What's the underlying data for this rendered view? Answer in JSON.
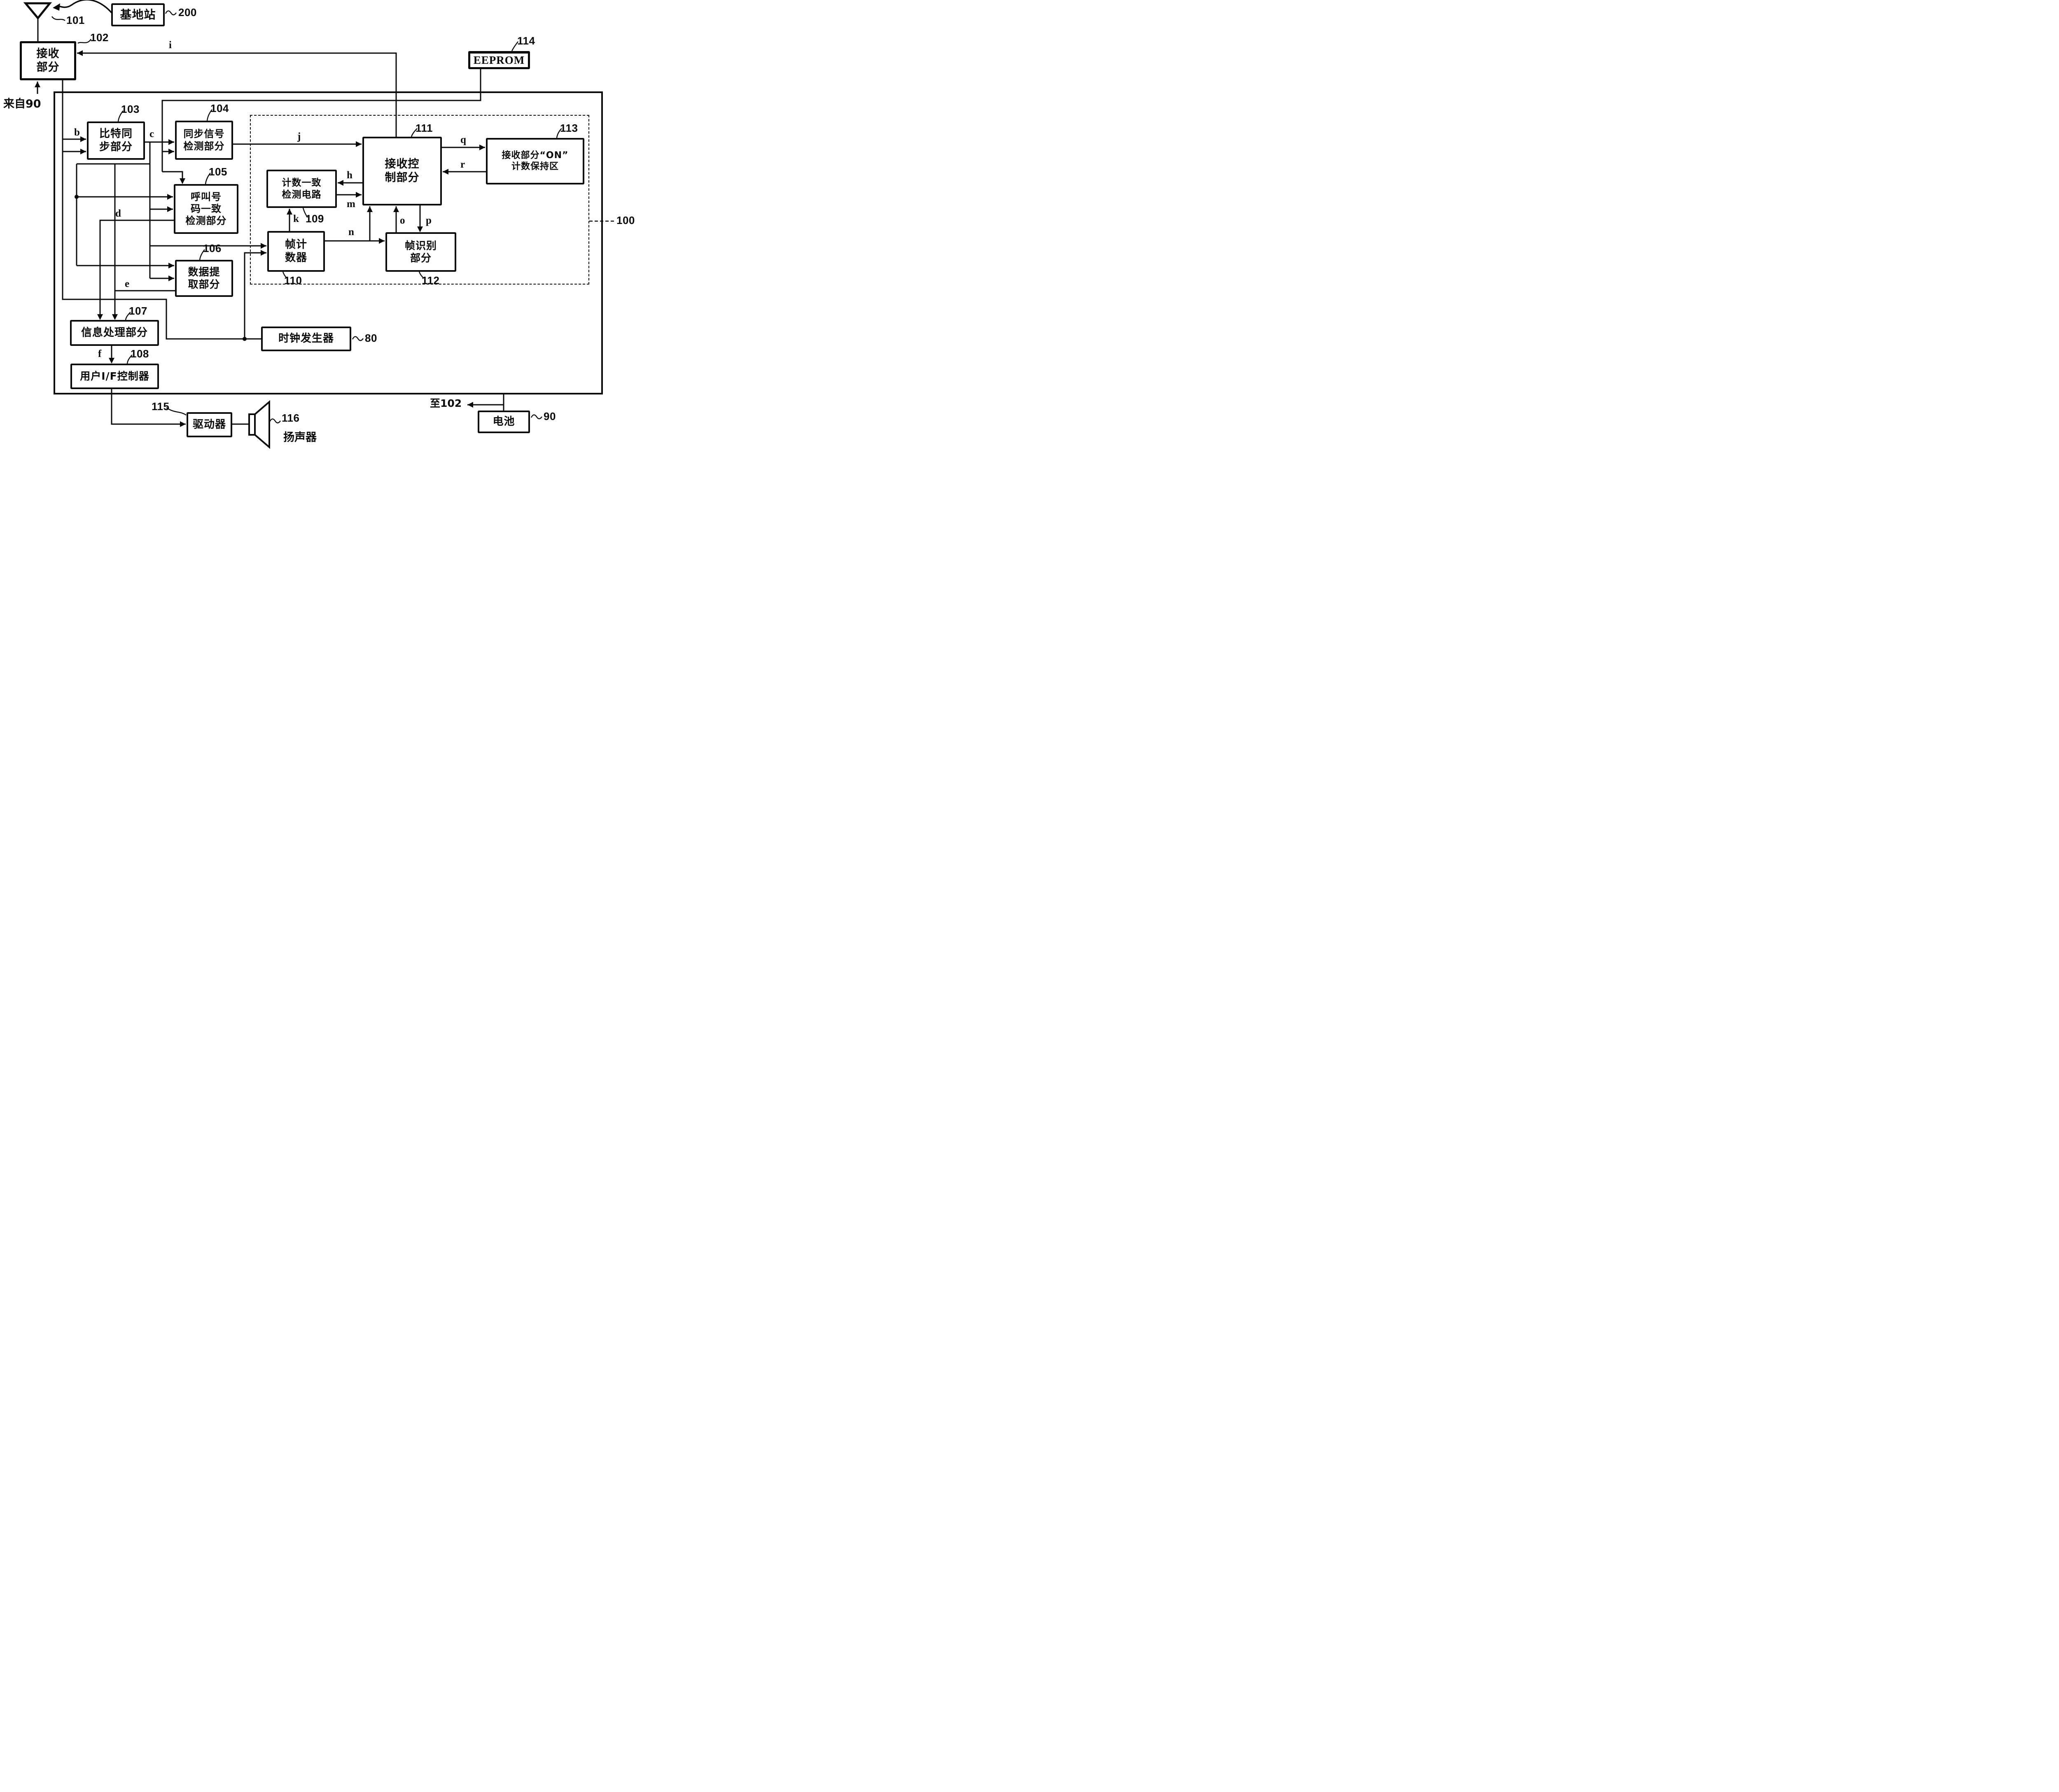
{
  "figure_kind": "patent block diagram (pager receiver)",
  "blocks": {
    "antenna": {
      "ref": "101"
    },
    "base_station": {
      "label": "基地站",
      "ref": "200"
    },
    "receiver": {
      "label": "接收\n部分",
      "ref": "102"
    },
    "eeprom": {
      "label": "EEPROM",
      "ref": "114"
    },
    "bit_sync": {
      "label": "比特同\n步部分",
      "ref": "103"
    },
    "sync_detect": {
      "label": "同步信号\n检测部分",
      "ref": "104"
    },
    "call_number": {
      "label": "呼叫号\n码一致\n检测部分",
      "ref": "105"
    },
    "data_extract": {
      "label": "数据提\n取部分",
      "ref": "106"
    },
    "info_proc": {
      "label": "信息处理部分",
      "ref": "107"
    },
    "user_if": {
      "label": "用户I/F控制器",
      "ref": "108"
    },
    "count_match": {
      "label": "计数一致\n检测电路",
      "ref": "109"
    },
    "frame_counter": {
      "label": "帧计\n数器",
      "ref": "110"
    },
    "recv_ctrl": {
      "label": "接收控\n制部分",
      "ref": "111"
    },
    "frame_id": {
      "label": "帧识别\n部分",
      "ref": "112"
    },
    "on_count": {
      "label": "接收部分“ON”\n计数保持区",
      "ref": "113"
    },
    "clock_gen": {
      "label": "时钟发生器",
      "ref": "80"
    },
    "driver": {
      "label": "驱动器",
      "ref": "115"
    },
    "speaker": {
      "label": "扬声器",
      "ref": "116"
    },
    "battery": {
      "label": "电池",
      "ref": "90"
    },
    "lsi_dashed": {
      "ref": "100"
    }
  },
  "signals": {
    "b": "b",
    "c": "c",
    "d": "d",
    "e": "e",
    "f": "f",
    "h": "h",
    "i": "i",
    "j": "j",
    "k": "k",
    "m": "m",
    "n": "n",
    "o": "o",
    "p": "p",
    "q": "q",
    "r": "r"
  },
  "annotations": {
    "from_90": "来自90",
    "to_102": "至102"
  },
  "colors": {
    "ink": "#0a0a0a",
    "paper": "#ffffff"
  }
}
